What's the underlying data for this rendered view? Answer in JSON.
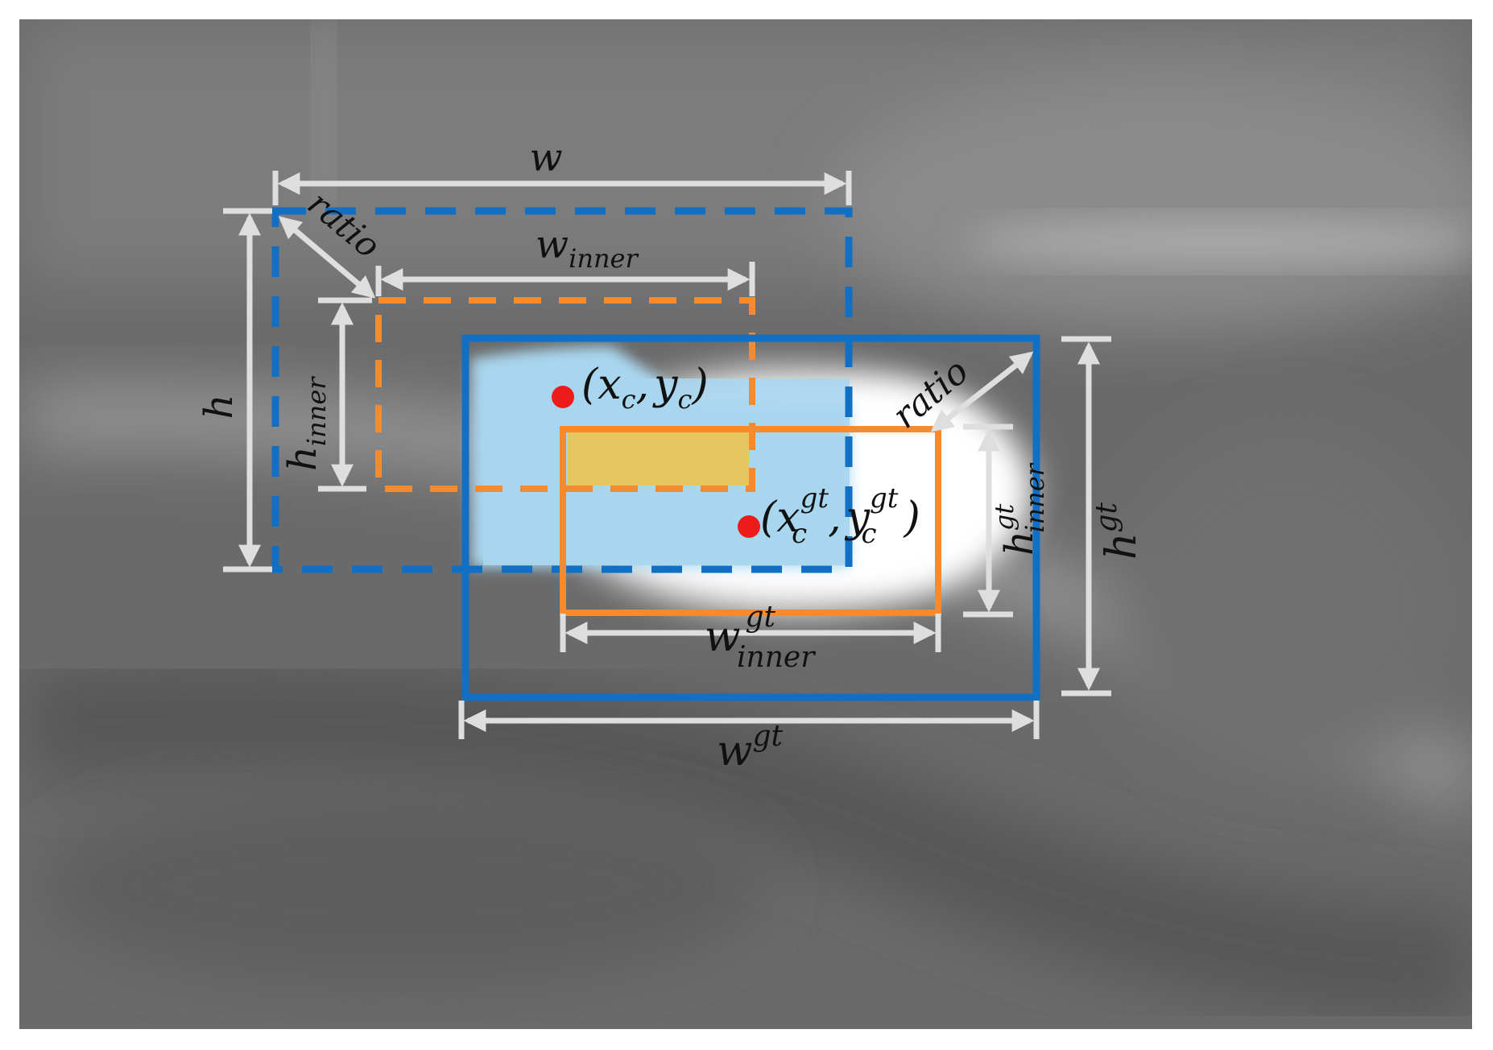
{
  "colors": {
    "blue": "#1170c4",
    "orange": "#f58a2e",
    "light_blue": "#a8d6ee",
    "yellow": "#e6c65e",
    "dimension": "#dedede",
    "point": "#ee1b1b"
  },
  "labels": {
    "w": "w",
    "h": "h",
    "ratio_top": "ratio",
    "ratio_right": "ratio",
    "w_inner": {
      "base": "w",
      "sub": "inner"
    },
    "h_inner": {
      "base": "h",
      "sub": "inner"
    },
    "center": {
      "open": "(",
      "x": "x",
      "x_sub": "c",
      "comma": ",",
      "y": "y",
      "y_sub": "c",
      "close": ")"
    },
    "center_gt": {
      "open": "(",
      "x": "x",
      "x_sup": "gt",
      "x_sub": "c",
      "comma": ",",
      "y": "y",
      "y_sup": "gt",
      "y_sub": "c",
      "close": ")"
    },
    "w_gt": {
      "base": "w",
      "sup": "gt"
    },
    "h_gt": {
      "base": "h",
      "sup": "gt"
    },
    "w_inner_gt": {
      "base": "w",
      "sup": "gt",
      "sub": "inner"
    },
    "h_inner_gt": {
      "base": "h",
      "sup": "gt",
      "sub": "inner"
    }
  }
}
